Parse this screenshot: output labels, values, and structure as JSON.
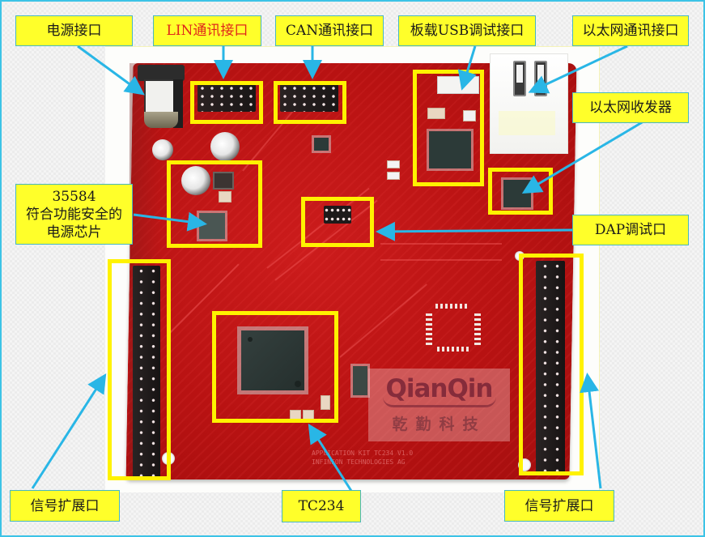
{
  "figure": {
    "subject": "TC234 development board annotated photo",
    "highlight_color": "#fff200",
    "callout_fill": "#ffff2a",
    "arrow_color": "#29b6e6",
    "frame_color": "#3cc3e6"
  },
  "callouts": {
    "power_jack": "电源接口",
    "lin": "LIN通讯接口",
    "can": "CAN通讯接口",
    "usb_debug": "板载USB调试接口",
    "ethernet_port": "以太网通讯接口",
    "ethernet_phy": "以太网收发器",
    "power_ic": {
      "line1": "35584",
      "line2": "符合功能安全的",
      "line3": "电源芯片"
    },
    "dap": "DAP调试口",
    "signal_left": "信号扩展口",
    "mcu": "TC234",
    "signal_right": "信号扩展口"
  },
  "callout_colors": {
    "lin_text": "#e0261b",
    "default_text": "#1a1a1a"
  },
  "watermark": {
    "logo": "QianQin",
    "chinese": "乾勤科技"
  },
  "silkscreen": {
    "line1": "APPLICATION KIT TC234 V1.0",
    "line2": "INFINEON TECHNOLOGIES AG"
  }
}
